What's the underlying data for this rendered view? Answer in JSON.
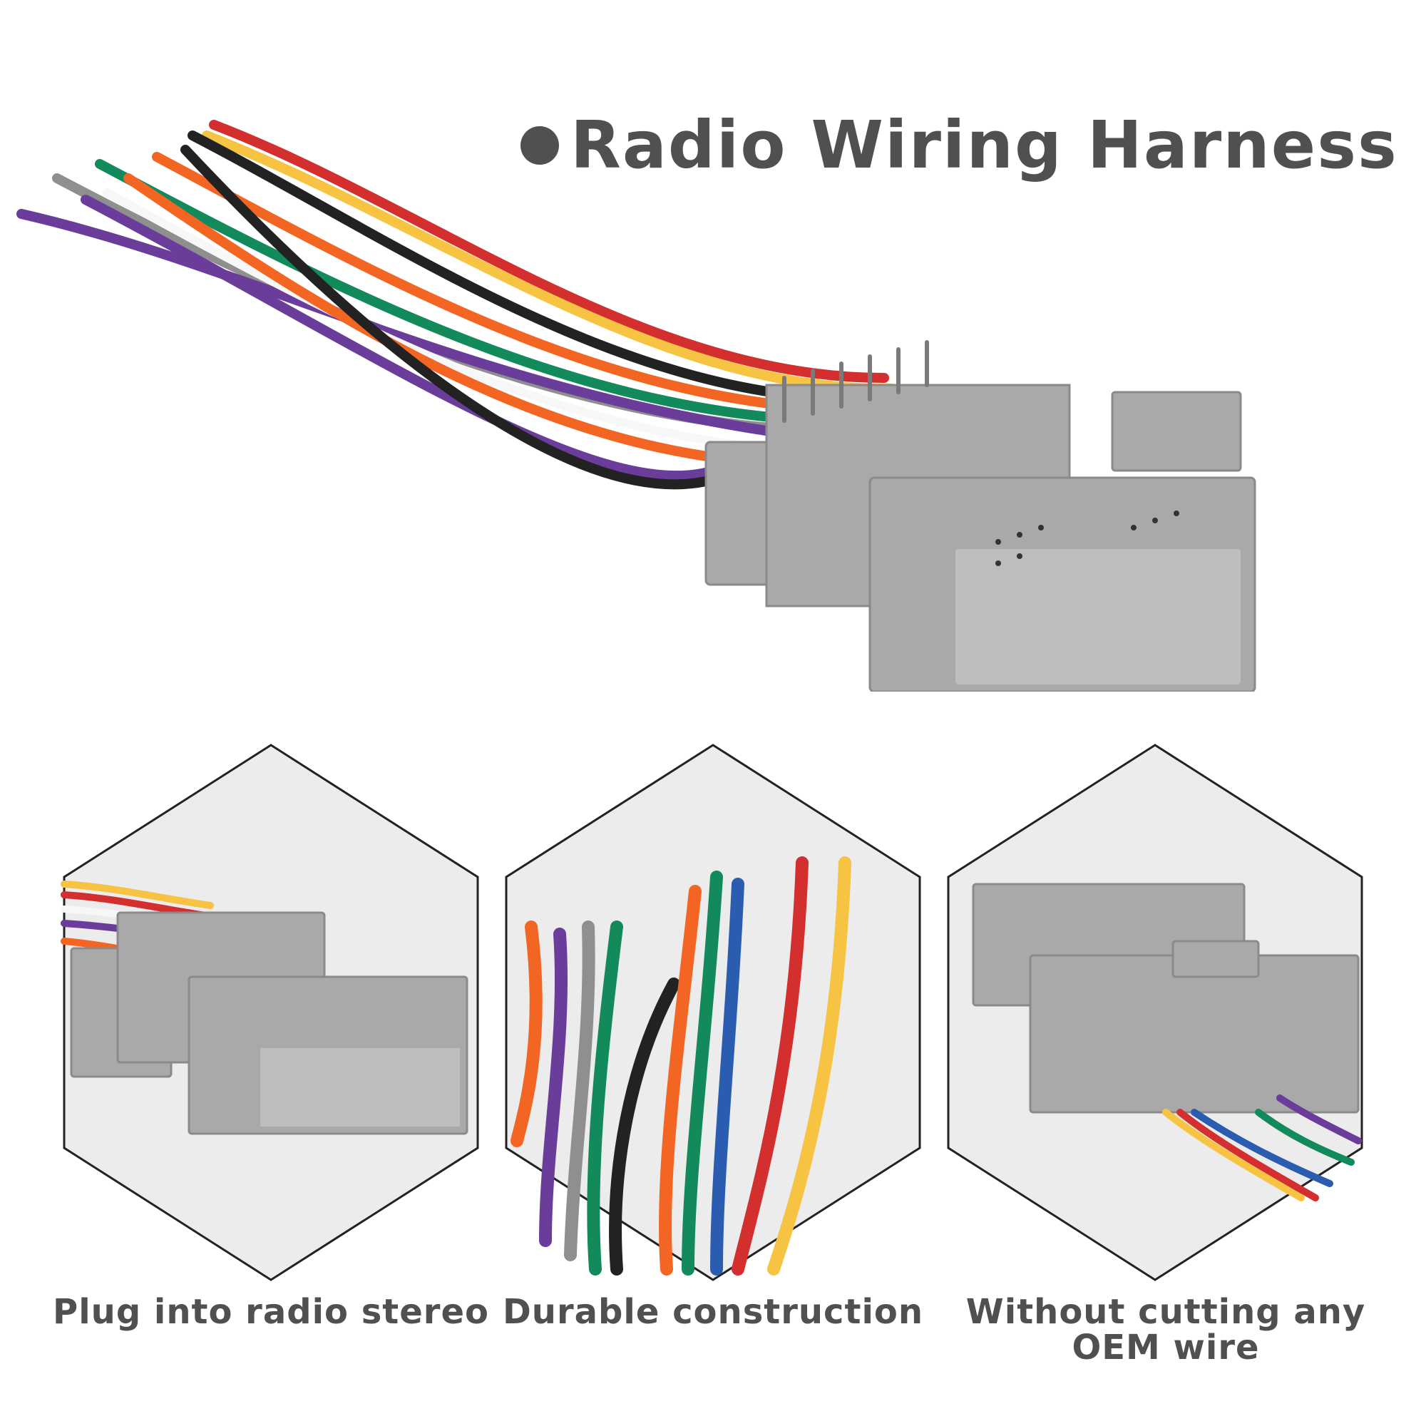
{
  "header": {
    "title": "Radio Wiring Harness",
    "bullet_icon": "bullet-dot"
  },
  "features": [
    {
      "caption": "Plug into radio stereo"
    },
    {
      "caption": "Durable construction"
    },
    {
      "caption": "Without cutting any OEM wire"
    }
  ],
  "colors": {
    "text": "#505050",
    "connector_gray": "#a9a9a9",
    "hex_background": "#ececec",
    "wire_red": "#d32f2f",
    "wire_yellow": "#f6c343",
    "wire_orange": "#f26522",
    "wire_purple": "#6a3d9a",
    "wire_green": "#138a5b",
    "wire_blue": "#2a5db0",
    "wire_black": "#222222",
    "wire_white": "#f7f7f7",
    "wire_gray": "#8f8f8f"
  }
}
